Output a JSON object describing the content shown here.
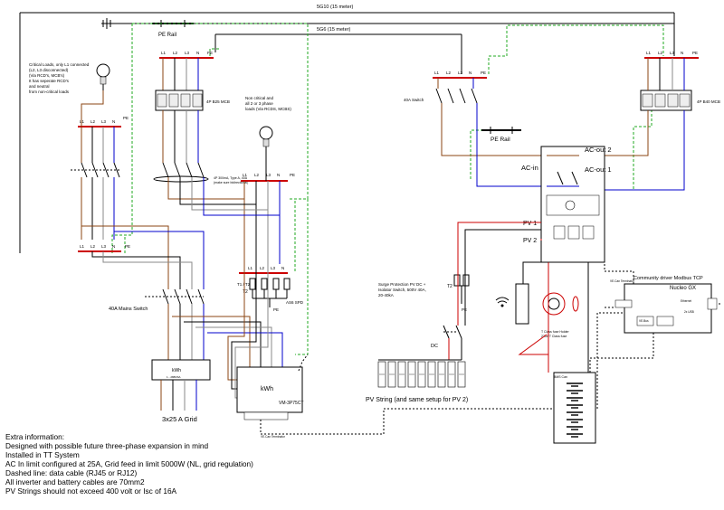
{
  "cables": {
    "top": "5G10 (15 meter)",
    "middle": "5G6 (15 meter)"
  },
  "components": {
    "pe_rail_top": "PE Rail",
    "pe_rail_right": "PE Rail",
    "critical_loads_note": [
      "Critical Loads, only L1 connected",
      "(L2, L3 disconnected)",
      "(Via RCD's, MCB's)",
      "It has seperate RCD's",
      "and neutral",
      "from non-critical loads"
    ],
    "b25_mcb": "4P B25 MCB",
    "b40_mcb": "4P B40 MCB",
    "non_critical_note": [
      "Non critical and",
      "all 2 or 3 phase",
      "loads (Via RCDS, MCBS)"
    ],
    "rcd_note": [
      "4P 300mA, Type A, 40A",
      "(make sure bidirectional)"
    ],
    "switch_40a": "40A Switch",
    "mains_switch": "40A Mains Switch",
    "spd_label": "AS6 SPD",
    "spd_t2": "T2",
    "spd_t1t2": "T1 / T2",
    "grid_label": "3x25 A Grid",
    "kwh_small": "kWh",
    "kwh_big": "kWh",
    "meter_model": "VM-3P75CT",
    "grid_meter_tag": "1 - 2880/6A",
    "surge_note": [
      "Surge Protection PV DC +",
      "Isolator Switch, 500V 40A,",
      "20-40kA"
    ],
    "pv_spd_t2": "T2",
    "pv_spd_pe": "PE",
    "dc_label": "DC",
    "pv_string": "PV String (and same setup for PV 2)",
    "ac_out_2": "AC-out 2",
    "ac_out_1": "AC-out 1",
    "ac_in": "AC-in",
    "pv1": "PV 1",
    "pv2": "PV 2",
    "community_driver": "Community driver Modbus TCP",
    "nucleo": "Nucleo GX",
    "ve_can_term": "VE.Can Terminator",
    "ve_can_term2": "VE.Can Terminator",
    "temp_sensor": [
      "T Class fuse Holder",
      "225A T Class fuse"
    ],
    "battery_label": "BMS Can",
    "ve_bus": "VE.Bus",
    "rs485": "RS485",
    "ethernet": "Ethernet",
    "usb": "2x USB"
  },
  "phase_labels": [
    "L1",
    "L2",
    "L3",
    "N",
    "PE"
  ],
  "colors": {
    "l1": "#8b4513",
    "l2": "#000000",
    "l3": "#888888",
    "n": "#0000cc",
    "pe": "#22aa22",
    "pv_pos": "#cc0000",
    "busbar": "#cc0000"
  },
  "info": {
    "heading": "Extra information:",
    "lines": [
      "Designed with possible future three-phase expansion in mind",
      "Installed in TT System",
      "AC In limit configured at 25A, Grid feed in limit 5000W (NL, grid regulation)",
      "Dashed line: data cable (RJ45 or RJ12)",
      "All inverter and battery cables are 70mm2",
      "PV Strings should not exceed 400 volt or Isc of 16A"
    ]
  }
}
